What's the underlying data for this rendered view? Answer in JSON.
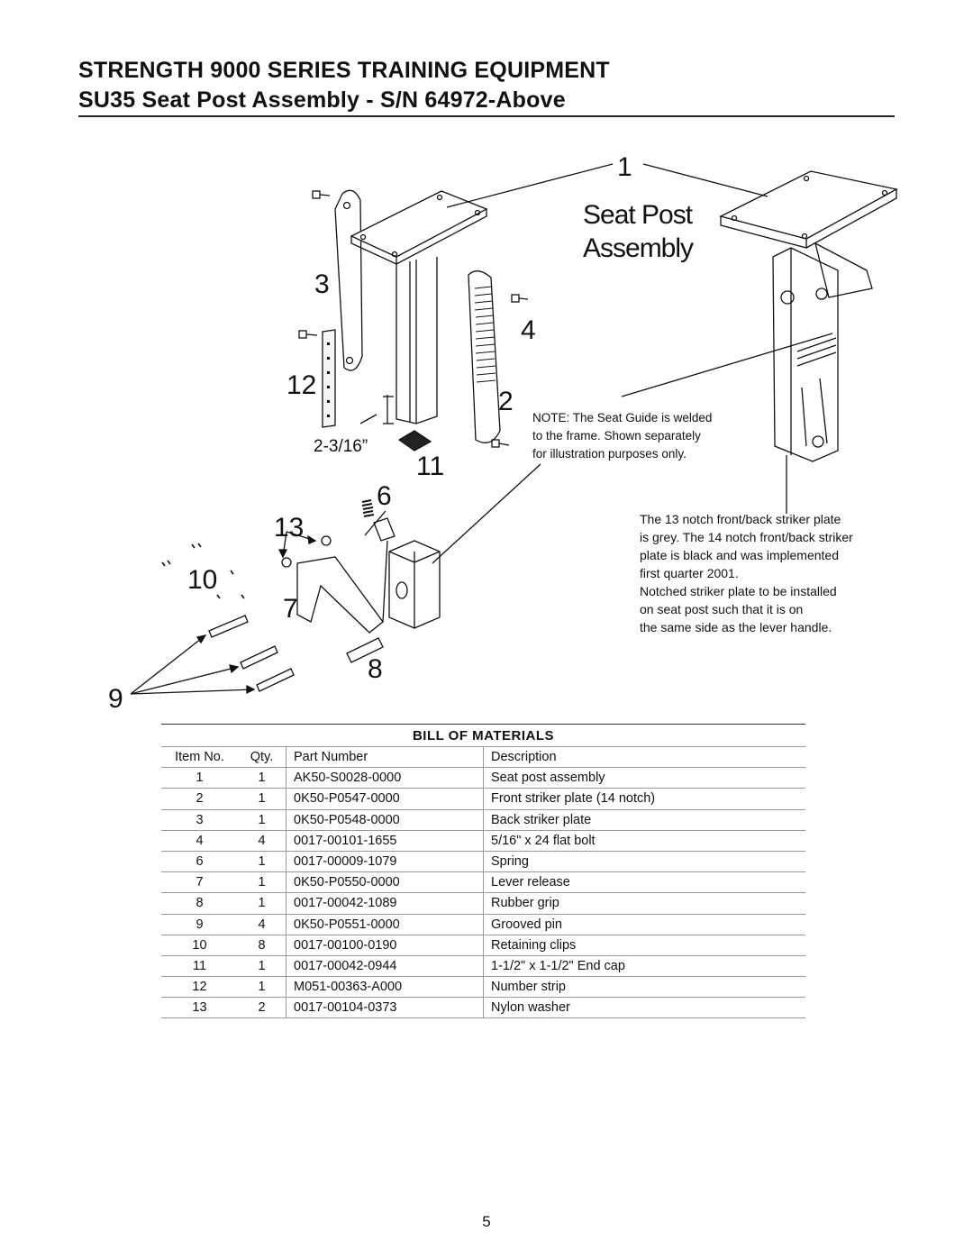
{
  "header": {
    "title": "STRENGTH 9000 SERIES TRAINING EQUIPMENT",
    "subtitle": "SU35 Seat Post Assembly - S/N 64972-Above"
  },
  "diagram": {
    "callouts": [
      "1",
      "2",
      "3",
      "4",
      "6",
      "7",
      "8",
      "9",
      "10",
      "11",
      "12",
      "13"
    ],
    "assembly_label_line1": "Seat Post",
    "assembly_label_line2": "Assembly",
    "dimension_label": "2-3/16”",
    "note_lines": [
      "NOTE: The Seat Guide is welded",
      "to the frame. Shown separately",
      "for illustration purposes only."
    ],
    "striker_note_lines": [
      "The 13 notch front/back striker plate",
      "is grey. The 14 notch front/back striker",
      "plate is black and was implemented",
      "first quarter 2001.",
      "Notched striker plate to be installed",
      "on seat post such that it is on",
      "the same side as the lever handle."
    ]
  },
  "bom": {
    "title": "BILL OF MATERIALS",
    "headers": [
      "Item No.",
      "Qty.",
      "Part Number",
      "Description"
    ],
    "rows": [
      [
        "1",
        "1",
        "AK50-S0028-0000",
        "Seat post assembly"
      ],
      [
        "2",
        "1",
        "0K50-P0547-0000",
        "Front striker plate (14 notch)"
      ],
      [
        "3",
        "1",
        "0K50-P0548-0000",
        "Back striker plate"
      ],
      [
        "4",
        "4",
        "0017-00101-1655",
        "5/16\" x 24 flat bolt"
      ],
      [
        "6",
        "1",
        "0017-00009-1079",
        "Spring"
      ],
      [
        "7",
        "1",
        "0K50-P0550-0000",
        "Lever release"
      ],
      [
        "8",
        "1",
        "0017-00042-1089",
        "Rubber grip"
      ],
      [
        "9",
        "4",
        "0K50-P0551-0000",
        "Grooved pin"
      ],
      [
        "10",
        "8",
        "0017-00100-0190",
        "Retaining clips"
      ],
      [
        "11",
        "1",
        "0017-00042-0944",
        "1-1/2\" x 1-1/2\" End cap"
      ],
      [
        "12",
        "1",
        "M051-00363-A000",
        "Number strip"
      ],
      [
        "13",
        "2",
        "0017-00104-0373",
        "Nylon washer"
      ]
    ]
  },
  "page_number": "5"
}
